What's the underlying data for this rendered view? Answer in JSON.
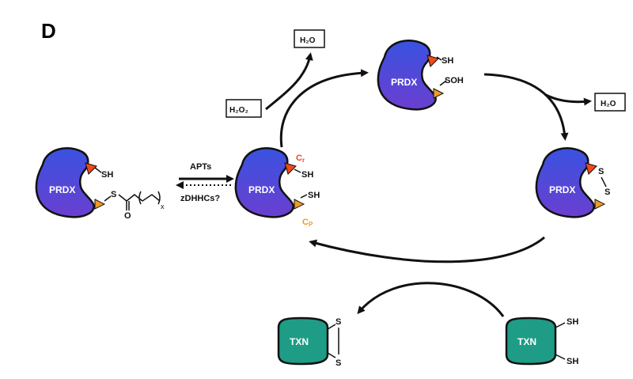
{
  "panel_label": "D",
  "protein_label": "PRDX",
  "reductant_label": "TXN",
  "h2o2_label": "H₂O₂",
  "h2o_label": "H₂O",
  "apts_label": "APTs",
  "zdhhcs_label": "zDHHCs?",
  "cr_label": "C",
  "cr_sub": "r",
  "cp_label": "C",
  "cp_sub": "P",
  "sh_label": "SH",
  "soh_label": "SOH",
  "s_label": "S",
  "acyl_o_label": "O",
  "acyl_x_label": "x",
  "colors": {
    "prdx_top": "#3a52e0",
    "prdx_bottom": "#6a3fd0",
    "txn": "#1e9c86",
    "resolving_cys": "#f04a1a",
    "peroxidatic_cys": "#f09a2a"
  }
}
